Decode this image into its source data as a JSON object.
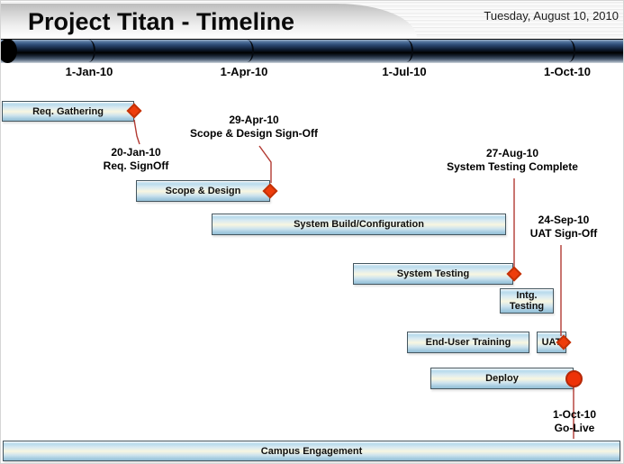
{
  "header": {
    "title": "Project Titan - Timeline",
    "date": "Tuesday, August 10, 2010"
  },
  "colors": {
    "milestone_marker": "#ee3d0b",
    "milestone_marker_border": "#c43207",
    "callout_line": "#b23a32",
    "bar_border": "#44565f",
    "bar_fill_top": "#b9dbec",
    "bar_fill_middle": "#f8f6e1",
    "bar_fill_bottom": "#96c0d6",
    "axis_cylinder_blue": "#2c4a74",
    "axis_cylinder_black": "#000000",
    "banner_gray": "#bdbdbd"
  },
  "chart_data": {
    "type": "gantt",
    "title": "Project Titan - Timeline",
    "as_of_date": "Tuesday, August 10, 2010",
    "axis": {
      "tick_labels": [
        "1-Jan-10",
        "1-Apr-10",
        "1-Jul-10",
        "1-Oct-10"
      ],
      "unit": "quarterly date ticks",
      "range_approx": [
        "mid-Nov-09",
        "late-Oct-10"
      ]
    },
    "legend": "none",
    "grid": "off",
    "tasks": [
      {
        "name": "Req. Gathering",
        "start_approx": "mid-Nov-09",
        "end_approx": "20-Jan-10",
        "milestone": {
          "shape": "diamond",
          "date": "20-Jan-10",
          "label": "Req. SignOff"
        }
      },
      {
        "name": "Scope & Design",
        "start_approx": "late-Jan-10",
        "end_approx": "29-Apr-10",
        "milestone": {
          "shape": "diamond",
          "date": "29-Apr-10",
          "label": "Scope & Design Sign-Off"
        }
      },
      {
        "name": "System Build/Configuration",
        "start_approx": "mid-Mar-10",
        "end_approx": "late-Aug-10",
        "milestone": null
      },
      {
        "name": "System Testing",
        "start_approx": "early-Jun-10",
        "end_approx": "27-Aug-10",
        "milestone": {
          "shape": "diamond",
          "date": "27-Aug-10",
          "label": "System Testing Complete"
        }
      },
      {
        "name": "Intg. Testing",
        "start_approx": "late-Aug-10",
        "end_approx": "mid-Sep-10",
        "milestone": null
      },
      {
        "name": "End-User Training",
        "start_approx": "early-Jul-10",
        "end_approx": "early-Sep-10",
        "milestone": null
      },
      {
        "name": "UAT",
        "start_approx": "mid-Sep-10",
        "end_approx": "24-Sep-10",
        "milestone": {
          "shape": "diamond",
          "date": "24-Sep-10",
          "label": "UAT Sign-Off"
        }
      },
      {
        "name": "Deploy",
        "start_approx": "mid-Jul-10",
        "end_approx": "1-Oct-10",
        "milestone": {
          "shape": "circle",
          "date": "1-Oct-10",
          "label": "Go-Live"
        }
      },
      {
        "name": "Campus Engagement",
        "start_approx": "mid-Nov-09",
        "end_approx": "late-Oct-10",
        "milestone": null
      }
    ]
  }
}
